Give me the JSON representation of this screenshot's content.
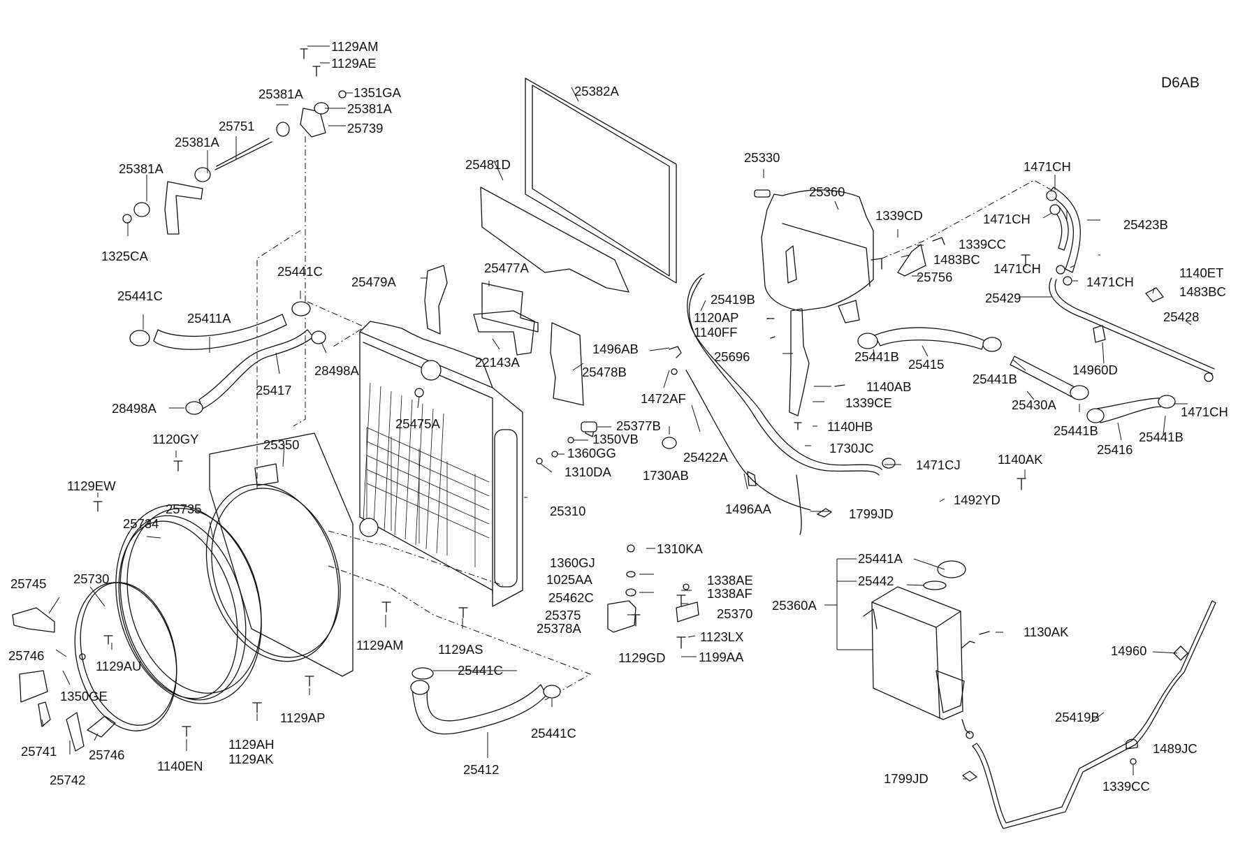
{
  "diagram": {
    "code": "D6AB",
    "labels": {
      "l_1129AM_a": "1129AM",
      "l_1129AE": "1129AE",
      "l_1351GA": "1351GA",
      "l_25381A_a": "25381A",
      "l_25381A_b": "25381A",
      "l_25751": "25751",
      "l_25739": "25739",
      "l_25381A_c": "25381A",
      "l_25381A_d": "25381A",
      "l_1325CA": "1325CA",
      "l_25441C_a": "25441C",
      "l_25441C_b": "25441C",
      "l_25411A": "25411A",
      "l_25417": "25417",
      "l_28498A_a": "28498A",
      "l_28498A_b": "28498A",
      "l_25479A": "25479A",
      "l_25477A": "25477A",
      "l_22143A": "22143A",
      "l_25478B": "25478B",
      "l_25382A": "25382A",
      "l_25481D": "25481D",
      "l_25475A": "25475A",
      "l_1120GY": "1120GY",
      "l_25350": "25350",
      "l_1129EW": "1129EW",
      "l_25735": "25735",
      "l_25734": "25734",
      "l_25745": "25745",
      "l_25730": "25730",
      "l_25746_a": "25746",
      "l_1129AU": "1129AU",
      "l_1350GE": "1350GE",
      "l_25741": "25741",
      "l_25746_b": "25746",
      "l_25742": "25742",
      "l_1140EN": "1140EN",
      "l_1129AH": "1129AH",
      "l_1129AK": "1129AK",
      "l_1129AP": "1129AP",
      "l_1129AM_b": "1129AM",
      "l_1129AS": "1129AS",
      "l_25441C_c": "25441C",
      "l_25441C_d": "25441C",
      "l_25412": "25412",
      "l_25377B": "25377B",
      "l_1350VB": "1350VB",
      "l_1360GG": "1360GG",
      "l_1310DA": "1310DA",
      "l_25310": "25310",
      "l_1496AB": "1496AB",
      "l_1472AF": "1472AF",
      "l_1730AB": "1730AB",
      "l_25422A": "25422A",
      "l_1496AA": "1496AA",
      "l_25419B_a": "25419B",
      "l_1120AP": "1120AP",
      "l_1140FF": "1140FF",
      "l_25696": "25696",
      "l_25330": "25330",
      "l_25360": "25360",
      "l_1339CD": "1339CD",
      "l_1339CC_a": "1339CC",
      "l_1483BC_a": "1483BC",
      "l_25756": "25756",
      "l_25441B_a": "25441B",
      "l_25415": "25415",
      "l_1140AB": "1140AB",
      "l_1339CE": "1339CE",
      "l_1140HB": "1140HB",
      "l_1730JC": "1730JC",
      "l_1471CJ": "1471CJ",
      "l_1799JD_a": "1799JD",
      "l_1492YD": "1492YD",
      "l_1140AK": "1140AK",
      "l_1471CH_a": "1471CH",
      "l_1471CH_b": "1471CH",
      "l_25423B": "25423B",
      "l_1471CH_c": "1471CH",
      "l_1471CH_d": "1471CH",
      "l_1140ET": "1140ET",
      "l_1483BC_b": "1483BC",
      "l_25429": "25429",
      "l_25428": "25428",
      "l_14960D": "14960D",
      "l_25441B_b": "25441B",
      "l_25430A": "25430A",
      "l_1471CH_e": "1471CH",
      "l_25441B_c": "25441B",
      "l_25416": "25416",
      "l_25441B_d": "25441B",
      "l_1310KA": "1310KA",
      "l_1360GJ": "1360GJ",
      "l_1025AA": "1025AA",
      "l_25462C": "25462C",
      "l_25375": "25375",
      "l_25378A": "25378A",
      "l_1338AE": "1338AE",
      "l_1338AF": "1338AF",
      "l_25370": "25370",
      "l_1123LX": "1123LX",
      "l_1129GD": "1129GD",
      "l_1199AA": "1199AA",
      "l_25441A": "25441A",
      "l_25442": "25442",
      "l_25360A": "25360A",
      "l_1130AK": "1130AK",
      "l_14960": "14960",
      "l_25419B_b": "25419B",
      "l_1489JC": "1489JC",
      "l_1339CC_b": "1339CC",
      "l_1799JD_b": "1799JD"
    }
  }
}
